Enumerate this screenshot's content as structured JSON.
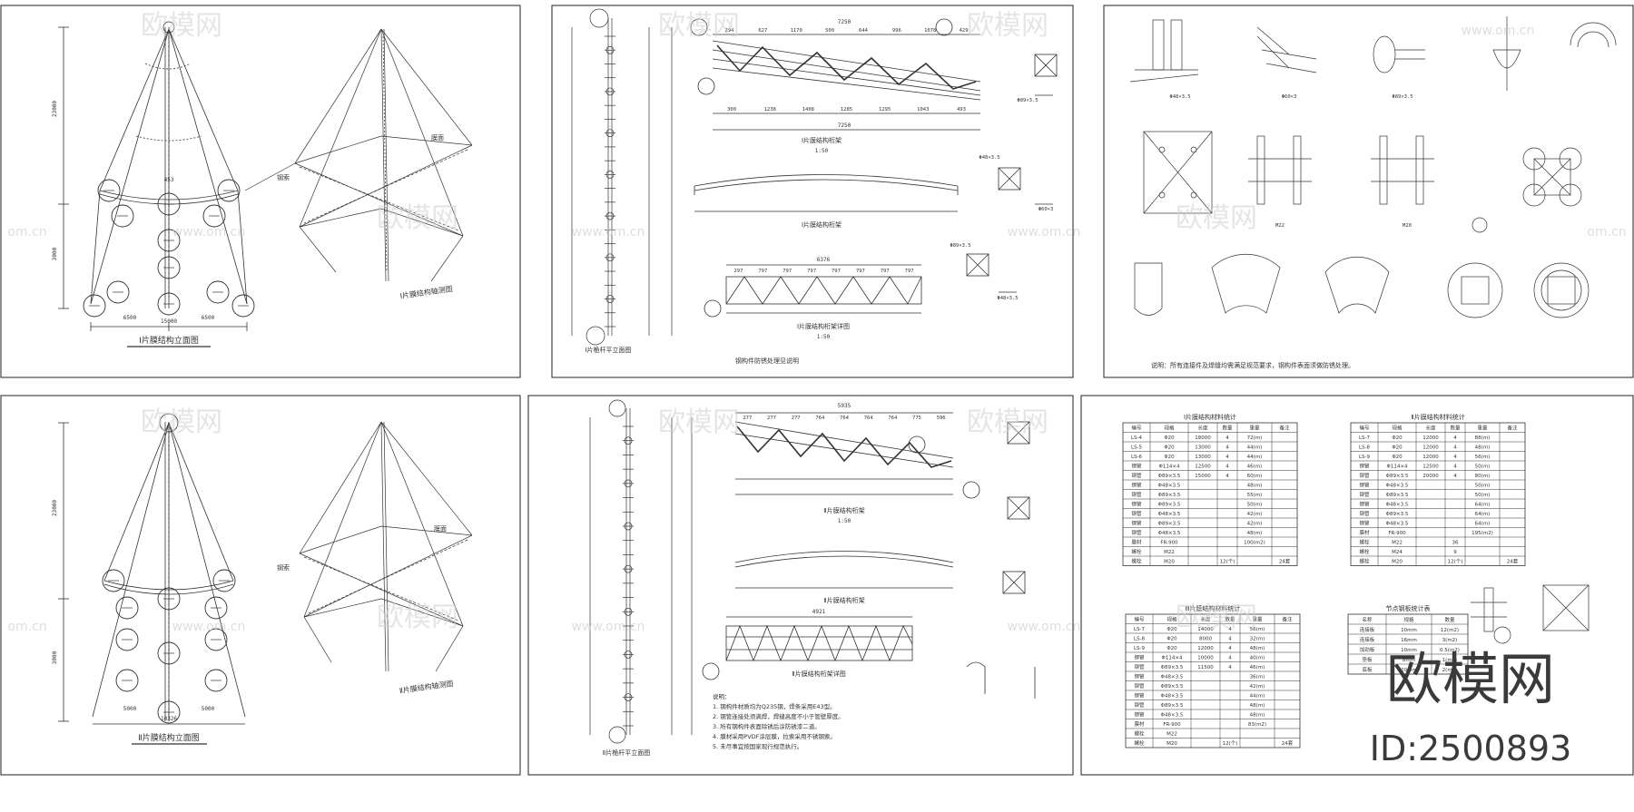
{
  "watermark": {
    "brand": "欧模网",
    "site": "www.om.cn",
    "site_short": "om.cn"
  },
  "brand_overlay": {
    "name": "欧模网",
    "id": "ID:2500893"
  },
  "panels": {
    "p1": {
      "title": "Ⅰ片膜结构立面图",
      "dim_total": "15000",
      "dim_left": "6500",
      "dim_right": "6500",
      "dim_height": "23000",
      "dim_mid": "3000",
      "top_dim": "453"
    },
    "p2": {
      "title": "Ⅰ片膜结构轴测图",
      "label_a": "膜面",
      "label_b": "钢索"
    },
    "p3": {
      "col_title": "Ⅰ片桅杆平立面图",
      "truss_title": "Ⅰ片膜结构桁架",
      "truss_scale": "1:50",
      "arch_title": "Ⅰ片膜结构桁架",
      "truss2_title": "Ⅰ片膜结构桁架详图",
      "truss2_scale": "1:50",
      "note": "钢构件防锈处理见说明",
      "top_dims": [
        "294",
        "627",
        "1170",
        "500",
        "644",
        "996",
        "1078",
        "429"
      ],
      "bot_dims": [
        "300",
        "1238",
        "1408",
        "1285",
        "1295",
        "1043",
        "493"
      ],
      "overall": "7250",
      "overall2": "7250",
      "truss2_total": "6376",
      "truss2_dims": [
        "297",
        "797",
        "797",
        "797",
        "797",
        "797",
        "797",
        "797"
      ],
      "sizes": [
        "Φ89×3.5",
        "Φ48×3.5",
        "Φ60×3",
        "Φ89×3.5",
        "Φ48×3.5"
      ]
    },
    "p4": {
      "note": "说明：所有连接件及焊缝均需满足规范要求，钢构件表面须做防锈处理。",
      "sizes": [
        "Φ48×3.5",
        "Φ60×3",
        "Φ89×3.5",
        "M22",
        "M20"
      ]
    },
    "p5": {
      "title": "Ⅱ片膜结构立面图",
      "dim_total": "10326",
      "dim_left": "5000",
      "dim_right": "5000",
      "dim_height": "23000",
      "dim_mid": "3000"
    },
    "p6": {
      "title": "Ⅱ片膜结构轴测图",
      "label_a": "膜面",
      "label_b": "钢索"
    },
    "p7": {
      "col_title": "Ⅱ片桅杆平立面图",
      "truss_title": "Ⅱ片膜结构桁架",
      "truss_scale": "1:50",
      "arch_title": "Ⅱ片膜结构桁架",
      "truss2_title": "Ⅱ片膜结构桁架详图",
      "overall": "5935",
      "truss2_total": "4921",
      "top_dims": [
        "277",
        "277",
        "277",
        "764",
        "764",
        "764",
        "764",
        "775",
        "596"
      ],
      "notes": [
        "说明：",
        "1. 钢构件材质均为Q235钢，焊条采用E43型。",
        "2. 钢管连接处须满焊，焊缝高度不小于管壁厚度。",
        "3. 所有钢构件表面除锈后涂防锈漆二道。",
        "4. 膜材采用PVDF涂层膜，拉索采用不锈钢索。",
        "5. 未尽事宜按国家现行规范执行。"
      ]
    },
    "p8": {
      "table1": {
        "title": "Ⅰ片膜结构材料统计",
        "headers": [
          "编号",
          "规格",
          "长度",
          "数量",
          "重量",
          "备注"
        ],
        "rows": [
          [
            "LS-4",
            "Φ20",
            "18000",
            "4",
            "72(m)",
            ""
          ],
          [
            "LS-5",
            "Φ20",
            "13000",
            "4",
            "44(m)",
            ""
          ],
          [
            "LS-6",
            "Φ20",
            "13000",
            "4",
            "44(m)",
            ""
          ],
          [
            "钢管",
            "Φ114×4",
            "12500",
            "4",
            "46(m)",
            ""
          ],
          [
            "钢管",
            "Φ89×3.5",
            "15000",
            "4",
            "60(m)",
            ""
          ],
          [
            "钢管",
            "Φ48×3.5",
            "",
            "",
            "48(m)",
            ""
          ],
          [
            "钢管",
            "Φ89×3.5",
            "",
            "",
            "55(m)",
            ""
          ],
          [
            "钢管",
            "Φ89×3.5",
            "",
            "",
            "50(m)",
            ""
          ],
          [
            "钢管",
            "Φ48×3.5",
            "",
            "",
            "42(m)",
            ""
          ],
          [
            "钢管",
            "Φ89×3.5",
            "",
            "",
            "42(m)",
            ""
          ],
          [
            "钢管",
            "Φ48×3.5",
            "",
            "",
            "48(m)",
            ""
          ],
          [
            "膜材",
            "FR-900",
            "",
            "",
            "100(m2)",
            ""
          ],
          [
            "螺栓",
            "M22",
            "",
            "",
            "",
            ""
          ],
          [
            "螺栓",
            "M20",
            "",
            "12(个)",
            "",
            "24套"
          ]
        ]
      },
      "table2": {
        "title": "Ⅱ片膜结构材料统计",
        "headers": [
          "编号",
          "规格",
          "长度",
          "数量",
          "重量",
          "备注"
        ],
        "rows": [
          [
            "LS-7",
            "Φ20",
            "12000",
            "4",
            "88(m)",
            ""
          ],
          [
            "LS-8",
            "Φ20",
            "12000",
            "4",
            "48(m)",
            ""
          ],
          [
            "LS-9",
            "Φ20",
            "12000",
            "4",
            "56(m)",
            ""
          ],
          [
            "钢管",
            "Φ114×4",
            "12500",
            "4",
            "50(m)",
            ""
          ],
          [
            "钢管",
            "Φ89×3.5",
            "20000",
            "4",
            "80(m)",
            ""
          ],
          [
            "钢管",
            "Φ48×3.5",
            "",
            "",
            "50(m)",
            ""
          ],
          [
            "钢管",
            "Φ89×3.5",
            "",
            "",
            "50(m)",
            ""
          ],
          [
            "钢管",
            "Φ48×3.5",
            "",
            "",
            "64(m)",
            ""
          ],
          [
            "钢管",
            "Φ89×3.5",
            "",
            "",
            "64(m)",
            ""
          ],
          [
            "钢管",
            "Φ48×3.5",
            "",
            "",
            "64(m)",
            ""
          ],
          [
            "膜材",
            "FR-900",
            "",
            "",
            "195(m2)",
            ""
          ],
          [
            "螺栓",
            "M22",
            "",
            "36",
            "",
            ""
          ],
          [
            "螺栓",
            "M24",
            "",
            "9",
            "",
            ""
          ],
          [
            "螺栓",
            "M20",
            "",
            "12(个)",
            "",
            "24套"
          ]
        ]
      },
      "table3": {
        "title": "Ⅲ片膜结构材料统计",
        "headers": [
          "编号",
          "规格",
          "长度",
          "数量",
          "重量",
          "备注"
        ],
        "rows": [
          [
            "LS-7",
            "Φ20",
            "14000",
            "4",
            "56(m)",
            ""
          ],
          [
            "LS-8",
            "Φ20",
            "8000",
            "4",
            "32(m)",
            ""
          ],
          [
            "LS-9",
            "Φ20",
            "12000",
            "4",
            "48(m)",
            ""
          ],
          [
            "钢管",
            "Φ114×4",
            "10000",
            "4",
            "40(m)",
            ""
          ],
          [
            "钢管",
            "Φ89×3.5",
            "11500",
            "4",
            "46(m)",
            ""
          ],
          [
            "钢管",
            "Φ48×3.5",
            "",
            "",
            "36(m)",
            ""
          ],
          [
            "钢管",
            "Φ89×3.5",
            "",
            "",
            "42(m)",
            ""
          ],
          [
            "钢管",
            "Φ48×3.5",
            "",
            "",
            "44(m)",
            ""
          ],
          [
            "钢管",
            "Φ89×3.5",
            "",
            "",
            "48(m)",
            ""
          ],
          [
            "钢管",
            "Φ48×3.5",
            "",
            "",
            "48(m)",
            ""
          ],
          [
            "膜材",
            "FR-900",
            "",
            "",
            "83(m2)",
            ""
          ],
          [
            "螺栓",
            "M22",
            "",
            "",
            "",
            ""
          ],
          [
            "螺栓",
            "M20",
            "",
            "12(个)",
            "",
            "24套"
          ]
        ]
      },
      "table4": {
        "title": "节点钢板统计表",
        "headers": [
          "名称",
          "规格",
          "数量"
        ],
        "rows": [
          [
            "连接板",
            "10mm",
            "12(m2)"
          ],
          [
            "连接板",
            "16mm",
            "3(m2)"
          ],
          [
            "加劲板",
            "10mm",
            "0.5(m2)"
          ],
          [
            "垫板",
            "8mm",
            "1(m2)"
          ],
          [
            "底板",
            "20mm",
            "2(m2)"
          ]
        ]
      }
    }
  }
}
